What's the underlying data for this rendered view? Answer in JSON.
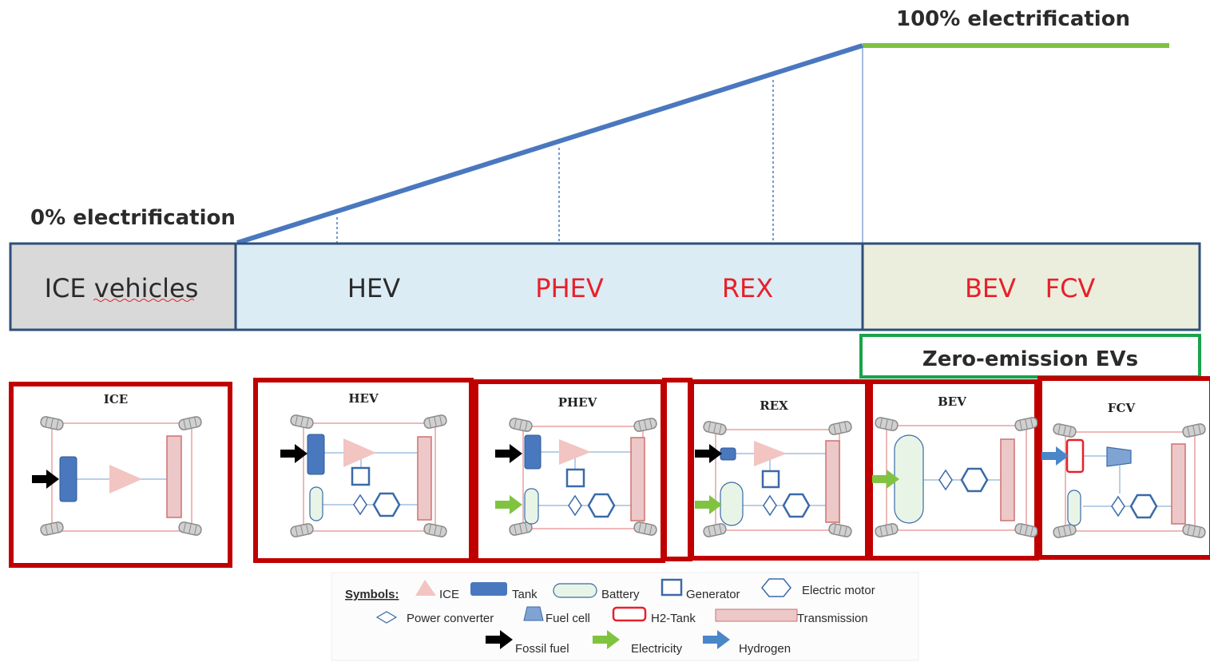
{
  "colors": {
    "ramp": "#4a78bf",
    "green_line": "#7ec242",
    "bar_border": "#2e4f7a",
    "ice_fill": "#d9d9d9",
    "hybrid_fill": "#dcecf5",
    "zev_fill": "#ebeedd",
    "red_text": "#e8202a",
    "dark_text": "#2b2b2b",
    "panel_border": "#c00000",
    "zev_box_border": "#1aa34a",
    "tank": "#4a78bf",
    "ice": "#f2c4c2",
    "transmission": "#ecc8c8",
    "battery": "#e8f5e6",
    "generator": "#3a6aa8",
    "electricity_arrow": "#80c341",
    "hydrogen_arrow": "#4a86c8",
    "h2_tank": "#e8202a"
  },
  "labels": {
    "top_right": "100% electrification",
    "top_left": "0% electrification",
    "zero_emission": "Zero-emission  EVs"
  },
  "bar": {
    "ice": "ICE vehicles",
    "hev": "HEV",
    "phev": "PHEV",
    "rex": "REX",
    "bev": "BEV",
    "fcv": "FCV"
  },
  "panels": {
    "ice": "ICE",
    "hev": "HEV",
    "phev": "PHEV",
    "rex": "REX",
    "bev": "BEV",
    "fcv": "FCV"
  },
  "legend": {
    "title": "Symbols:",
    "ice": "ICE",
    "tank": "Tank",
    "battery": "Battery",
    "generator": "Generator",
    "electric_motor": "Electric motor",
    "power_converter": "Power converter",
    "fuel_cell": "Fuel cell",
    "h2_tank": "H2-Tank",
    "transmission": "Transmission",
    "fossil_fuel": "Fossil fuel",
    "electricity": "Electricity",
    "hydrogen": "Hydrogen"
  }
}
